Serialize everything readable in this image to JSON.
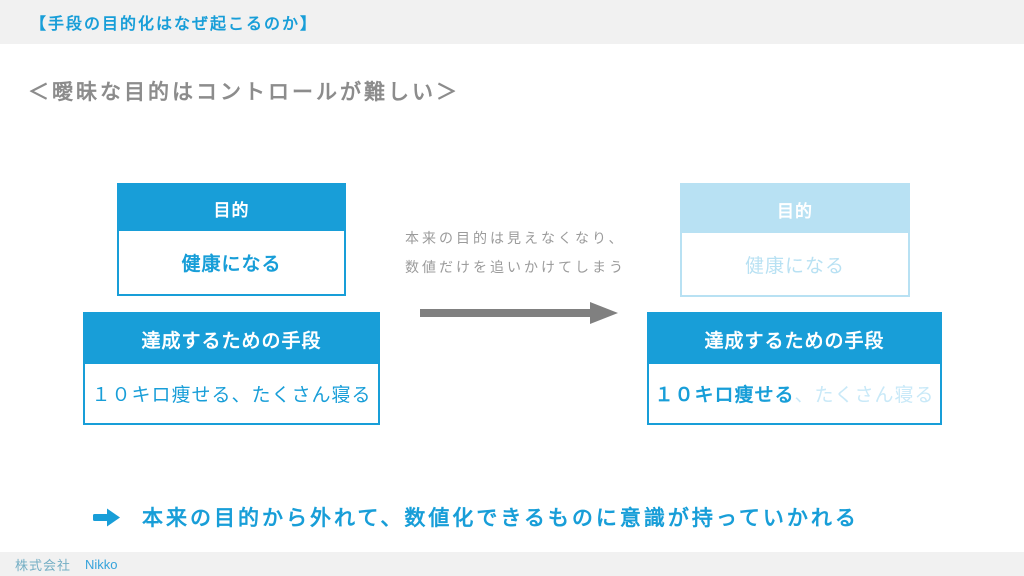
{
  "header": {
    "title": "【手段の目的化はなぜ起こるのか】"
  },
  "subtitle": "＜曖昧な目的はコントロールが難しい＞",
  "before": {
    "purpose": {
      "header": "目的",
      "body": "健康になる"
    },
    "means": {
      "header": "達成するための手段",
      "body": "１０キロ痩せる、たくさん寝る"
    }
  },
  "transition": {
    "caption_line1": "本来の目的は見えなくなり、",
    "caption_line2": "数値だけを追いかけてしまう",
    "arrow_icon": "right-arrow"
  },
  "after": {
    "purpose": {
      "header": "目的",
      "body": "健康になる"
    },
    "means": {
      "header": "達成するための手段",
      "body_emphasis": "１０キロ痩せる",
      "body_faded": "、たくさん寝る"
    }
  },
  "conclusion": {
    "arrow_icon": "right-arrow",
    "text": "本来の目的から外れて、数値化できるものに意識が持っていかれる"
  },
  "footer": {
    "company": "株式会社",
    "name": "Nikko"
  },
  "colors": {
    "primary_blue": "#189ED8",
    "faded_blue": "#C9E9F8",
    "subtitle_gray": "#8C8C8C",
    "caption_gray": "#9B9B9B",
    "arrow_gray": "#808080",
    "bar_background": "#F1F1F1"
  }
}
